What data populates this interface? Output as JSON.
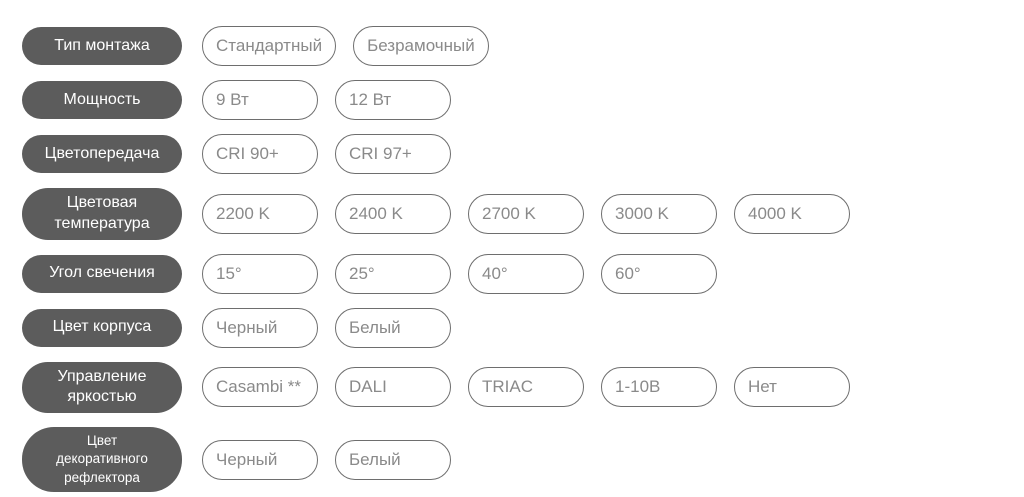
{
  "colors": {
    "page_bg": "#ffffff",
    "label_bg": "#5c5c5c",
    "label_text": "#ffffff",
    "option_border": "#6e6e6e",
    "option_text": "#8a8a8a"
  },
  "rows": [
    {
      "label": "Тип монтажа",
      "options": [
        "Стандартный",
        "Безрамочный"
      ]
    },
    {
      "label": "Мощность",
      "options": [
        "9 Вт",
        "12 Вт"
      ]
    },
    {
      "label": "Цветопередача",
      "options": [
        "CRI 90+",
        "CRI 97+"
      ]
    },
    {
      "label": "Цветовая температура",
      "options": [
        "2200 K",
        "2400 K",
        "2700 K",
        "3000 K",
        "4000 K"
      ]
    },
    {
      "label": "Угол свечения",
      "options": [
        "15°",
        "25°",
        "40°",
        "60°"
      ]
    },
    {
      "label": "Цвет корпуса",
      "options": [
        "Черный",
        "Белый"
      ]
    },
    {
      "label": "Управление яркостью",
      "options": [
        "Casambi **",
        "DALI",
        "TRIAC",
        "1-10В",
        "Нет"
      ]
    },
    {
      "label": "Цвет декоративного рефлектора",
      "options": [
        "Черный",
        "Белый"
      ]
    }
  ]
}
